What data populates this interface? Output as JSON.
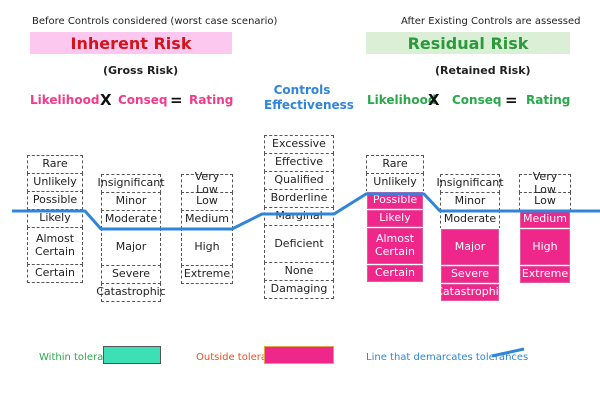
{
  "left": {
    "note": "Before Controls considered (worst case scenario)",
    "title": "Inherent Risk",
    "subtitle": "(Gross Risk)",
    "likelihood_label": "Likelihood",
    "x_symbol": "X",
    "conseq_label": "Conseq",
    "equals_symbol": "=",
    "rating_label": "Rating"
  },
  "right": {
    "note": "After Existing Controls are assessed",
    "title": "Residual Risk",
    "subtitle": "(Retained Risk)",
    "likelihood_label": "Likelihood",
    "x_symbol": "X",
    "conseq_label": "Conseq",
    "equals_symbol": "=",
    "rating_label": "Rating"
  },
  "controls": {
    "title_line1": "Controls",
    "title_line2": "Effectiveness",
    "items": [
      "Excessive",
      "Effective",
      "Qualified",
      "Borderline",
      "Marginal",
      "Deficient",
      "None",
      "Damaging"
    ]
  },
  "likelihood_items": [
    "Rare",
    "Unlikely",
    "Possible",
    "Likely",
    "Almost Certain",
    "Certain"
  ],
  "consequence_items": [
    "Insignificant",
    "Minor",
    "Moderate",
    "Major",
    "Severe",
    "Catastrophic"
  ],
  "rating_items": [
    "Very Low",
    "Low",
    "Medium",
    "High",
    "Extreme"
  ],
  "legend": {
    "within": "Within tolerance",
    "outside": "Outside tolerance",
    "line": "Line that demarcates tolerances"
  },
  "colors": {
    "inherent_title": "#d3141c",
    "inherent_bar": "#fcc8f0",
    "residual_title": "#2a9a3a",
    "residual_bar": "#dbeed6",
    "pink_header": "#f23b8a",
    "green_header": "#28a84a",
    "controls_header": "#2f86d8",
    "within_fill": "#3de0b4",
    "outside_fill": "#f0278a",
    "tolerance_line": "#2f86d8"
  }
}
